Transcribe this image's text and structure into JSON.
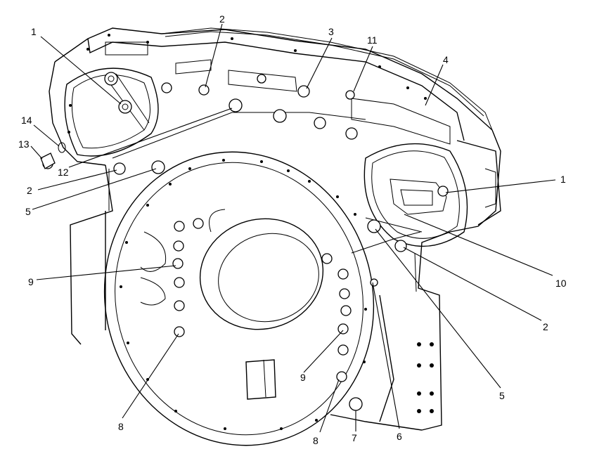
{
  "callouts": [
    {
      "id": "c1a",
      "text": "1"
    },
    {
      "id": "c2a",
      "text": "2"
    },
    {
      "id": "c3",
      "text": "3"
    },
    {
      "id": "c11",
      "text": "11"
    },
    {
      "id": "c4",
      "text": "4"
    },
    {
      "id": "c14",
      "text": "14"
    },
    {
      "id": "c13",
      "text": "13"
    },
    {
      "id": "c12",
      "text": "12"
    },
    {
      "id": "c2b",
      "text": "2"
    },
    {
      "id": "c5a",
      "text": "5"
    },
    {
      "id": "c1b",
      "text": "1"
    },
    {
      "id": "c10",
      "text": "10"
    },
    {
      "id": "c9a",
      "text": "9"
    },
    {
      "id": "c2c",
      "text": "2"
    },
    {
      "id": "c9b",
      "text": "9"
    },
    {
      "id": "c5b",
      "text": "5"
    },
    {
      "id": "c8a",
      "text": "8"
    },
    {
      "id": "c8b",
      "text": "8"
    },
    {
      "id": "c7",
      "text": "7"
    },
    {
      "id": "c6",
      "text": "6"
    }
  ]
}
